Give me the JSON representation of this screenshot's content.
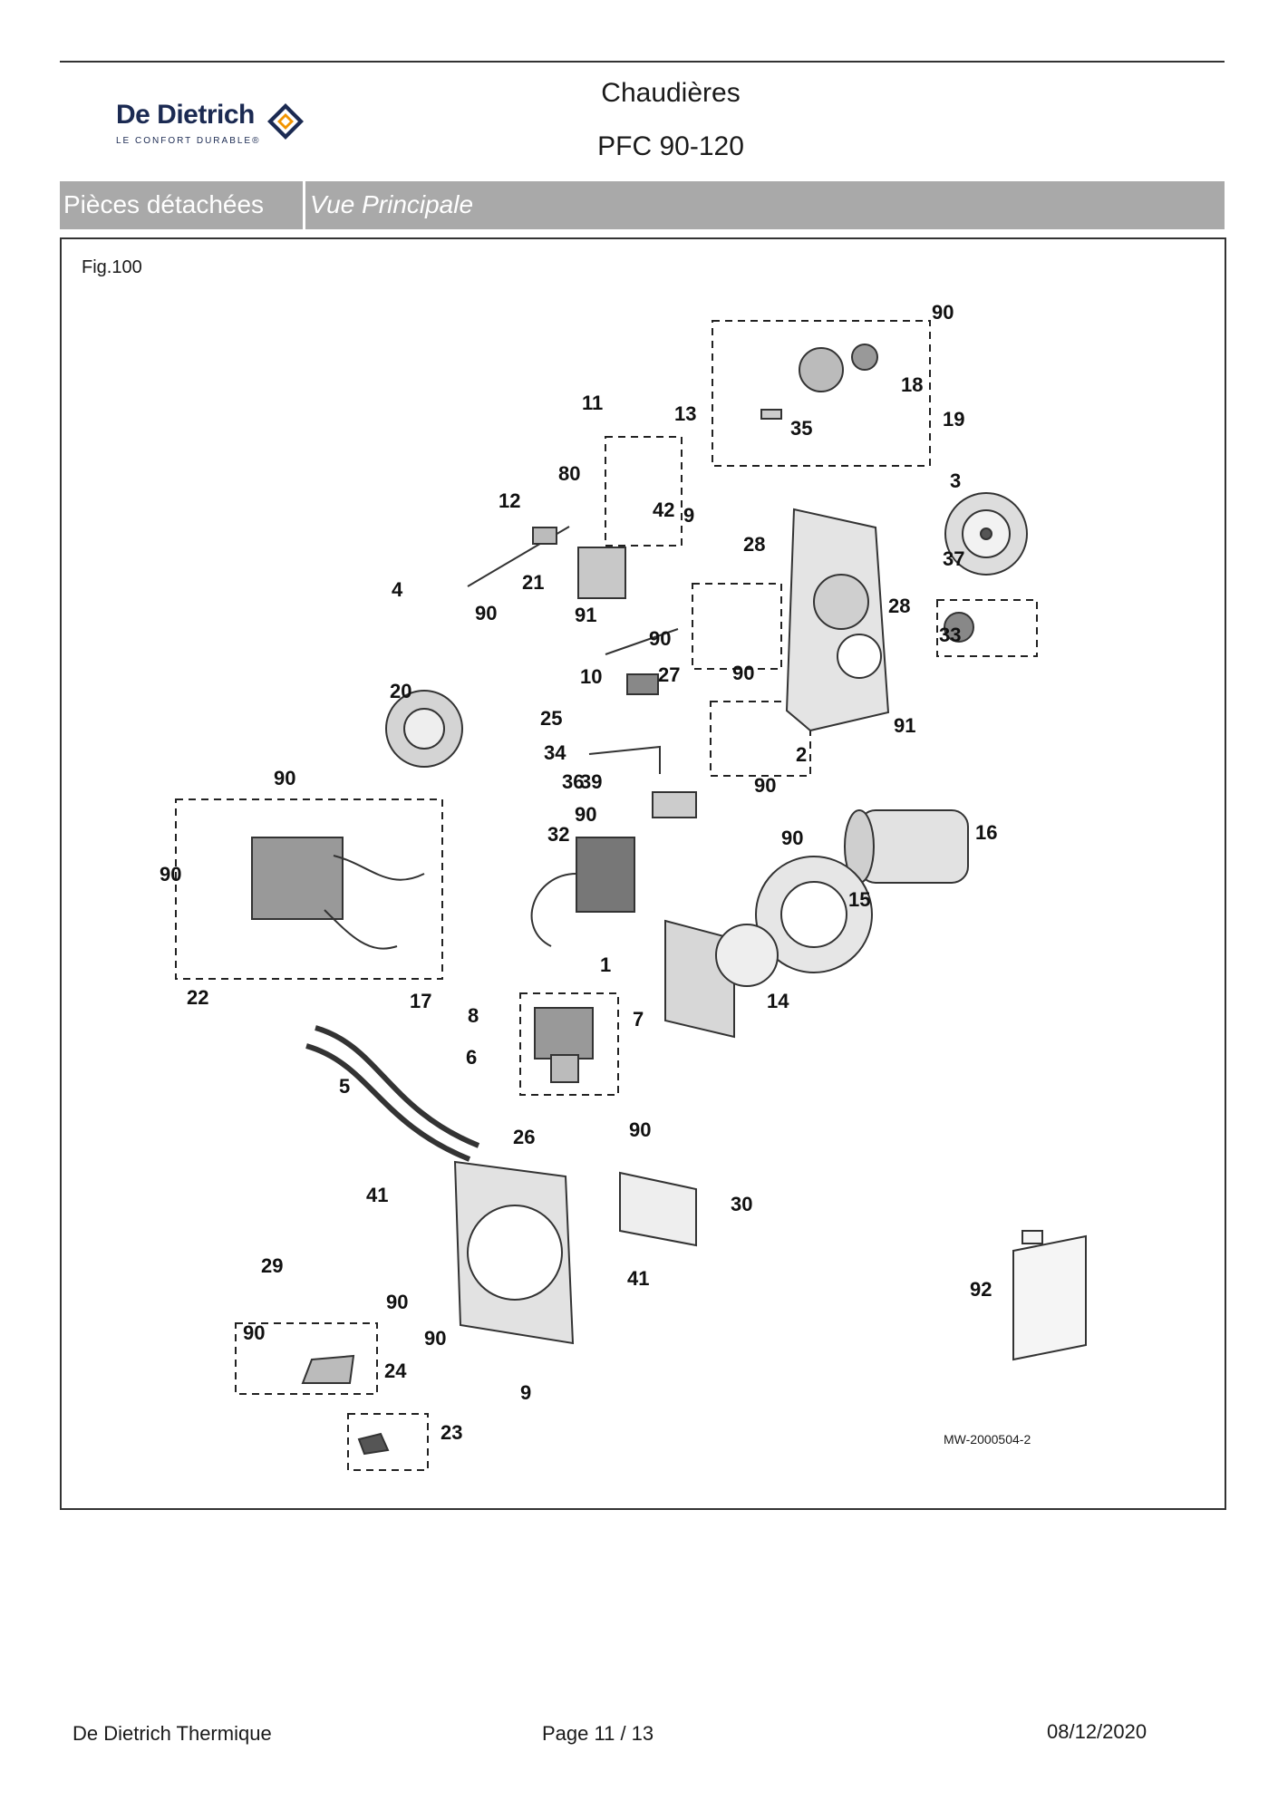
{
  "header": {
    "brand": "De Dietrich",
    "brand_tagline": "LE CONFORT DURABLE®",
    "title": "Chaudières",
    "model": "PFC 90-120"
  },
  "section": {
    "label": "Pièces détachées",
    "view": "Vue Principale"
  },
  "figure": {
    "label": "Fig.100",
    "reference": "MW-2000504-2",
    "callouts": [
      "90",
      "18",
      "19",
      "35",
      "13",
      "11",
      "80",
      "12",
      "42",
      "3",
      "9",
      "28",
      "37",
      "21",
      "28",
      "4",
      "90",
      "91",
      "90",
      "33",
      "10",
      "27",
      "90",
      "91",
      "25",
      "20",
      "2",
      "34",
      "36",
      "90",
      "90",
      "39",
      "16",
      "90",
      "32",
      "90",
      "90",
      "15",
      "22",
      "1",
      "17",
      "14",
      "8",
      "7",
      "6",
      "5",
      "26",
      "90",
      "41",
      "30",
      "41",
      "29",
      "90",
      "92",
      "90",
      "90",
      "24",
      "9",
      "23"
    ]
  },
  "footer": {
    "company": "De Dietrich Thermique",
    "page": "Page 11  /  13",
    "date": "08/12/2020"
  },
  "colors": {
    "band": "#a9a9a9",
    "logo_orange": "#f29400",
    "logo_blue": "#1b2a52"
  }
}
